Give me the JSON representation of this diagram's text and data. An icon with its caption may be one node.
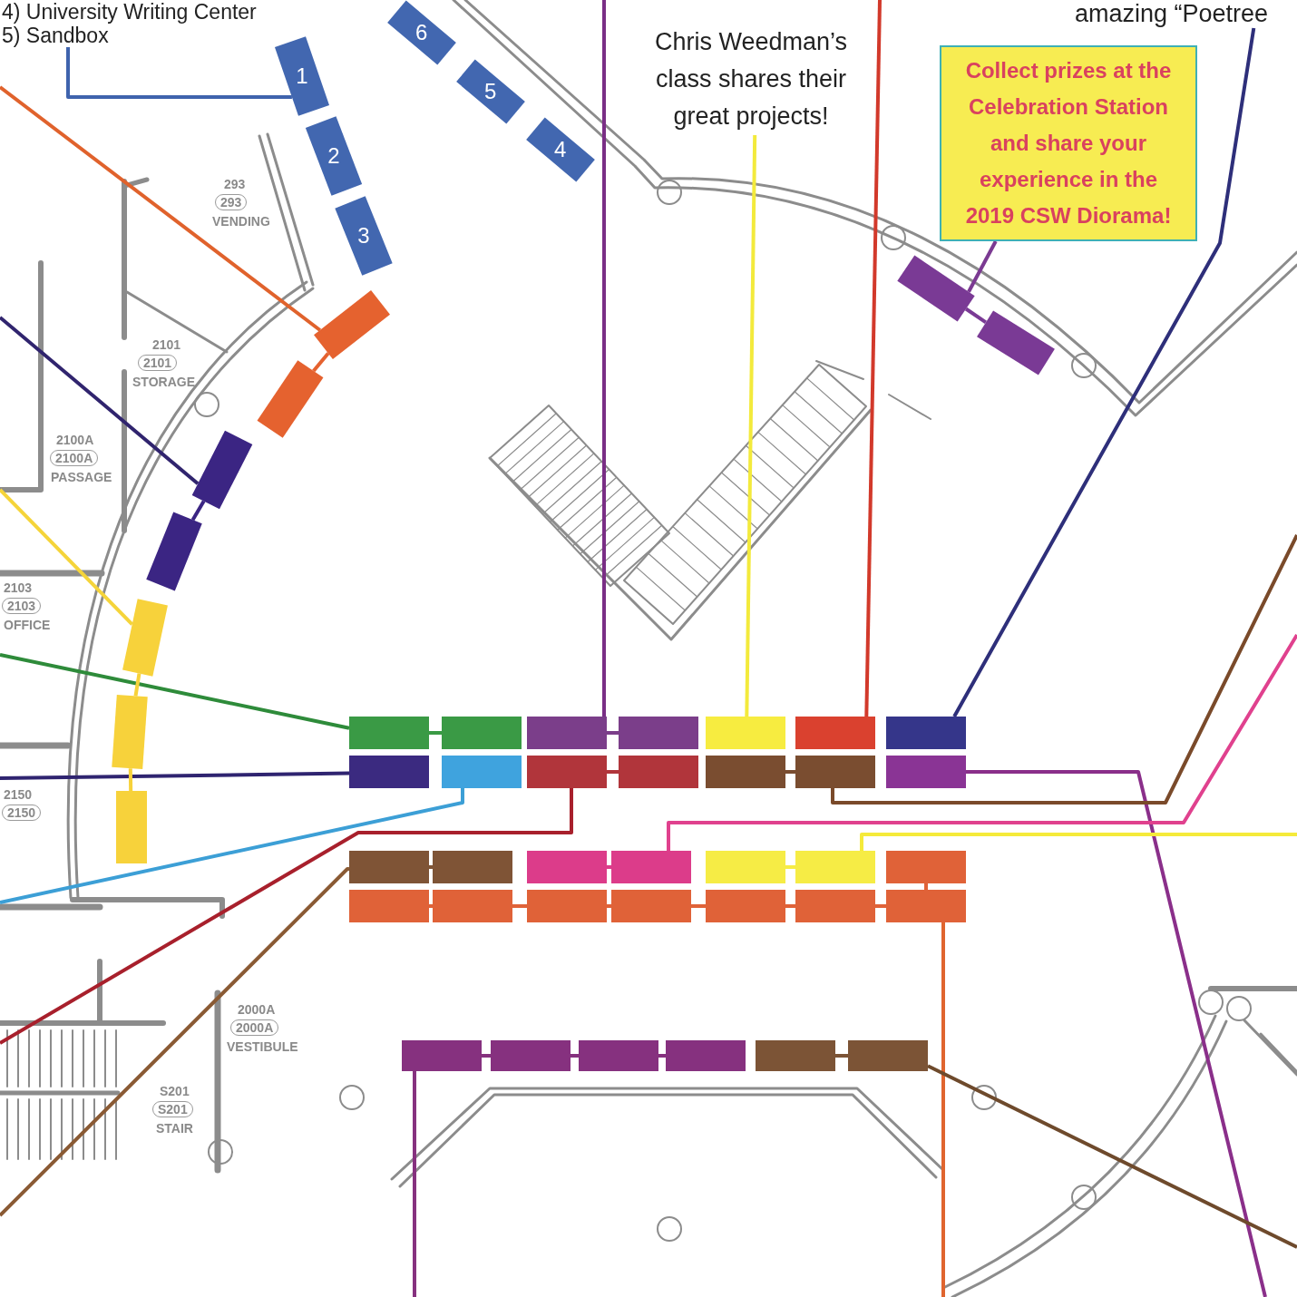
{
  "diagram": {
    "nodes": [
      {
        "text": [
          "4) University Writing Center",
          "5) Sandbox"
        ]
      },
      {
        "text": [
          "1"
        ]
      },
      {
        "text": [
          "2"
        ]
      },
      {
        "text": [
          "3"
        ]
      },
      {
        "text": [
          "4"
        ]
      },
      {
        "text": [
          "5"
        ]
      },
      {
        "text": [
          "6"
        ]
      },
      {
        "text": [
          "Chris Weedman’s class shares their great projects!"
        ]
      },
      {
        "text": [
          "Collect prizes at the Celebration Station and share your experience in the 2019 CSW Diorama!"
        ]
      },
      {
        "text": [
          "amazing “Poetree"
        ]
      },
      {
        "text": [],
        "shape": "box"
      },
      {
        "text": [],
        "shape": "box"
      },
      {
        "text": [],
        "shape": "box"
      },
      {
        "text": [],
        "shape": "box"
      },
      {
        "text": [],
        "shape": "box"
      },
      {
        "text": [],
        "shape": "box"
      },
      {
        "text": [],
        "shape": "box"
      },
      {
        "text": [],
        "shape": "box"
      },
      {
        "text": [],
        "shape": "box"
      },
      {
        "text": [],
        "shape": "box"
      },
      {
        "text": [],
        "shape": "box"
      },
      {
        "text": [],
        "shape": "box"
      },
      {
        "text": [],
        "shape": "box"
      },
      {
        "text": [],
        "shape": "box"
      },
      {
        "text": [],
        "shape": "box"
      },
      {
        "text": [],
        "shape": "box"
      },
      {
        "text": [],
        "shape": "box"
      },
      {
        "text": [],
        "shape": "box"
      },
      {
        "text": [],
        "shape": "box"
      },
      {
        "text": [],
        "shape": "box"
      },
      {
        "text": [],
        "shape": "box"
      },
      {
        "text": [],
        "shape": "box"
      },
      {
        "text": [],
        "shape": "box"
      },
      {
        "text": [],
        "shape": "box"
      },
      {
        "text": [],
        "shape": "box"
      },
      {
        "text": [],
        "shape": "box"
      },
      {
        "text": [],
        "shape": "box"
      },
      {
        "text": [],
        "shape": "box"
      },
      {
        "text": [],
        "shape": "box"
      },
      {
        "text": [],
        "shape": "box"
      },
      {
        "text": [],
        "shape": "box"
      },
      {
        "text": [],
        "shape": "box"
      },
      {
        "text": [],
        "shape": "box"
      },
      {
        "text": [],
        "shape": "box"
      },
      {
        "text": [],
        "shape": "box"
      },
      {
        "text": [],
        "shape": "box"
      },
      {
        "text": [],
        "shape": "box"
      },
      {
        "text": [],
        "shape": "box"
      },
      {
        "text": [],
        "shape": "box"
      },
      {
        "text": [],
        "shape": "box"
      },
      {
        "text": [],
        "shape": "box"
      },
      {
        "text": [],
        "shape": "box"
      },
      {
        "text": [],
        "shape": "box"
      }
    ],
    "edges": [
      {
        "from": 0,
        "to": 1,
        "arrow": "none",
        "color": "#3f63ad"
      },
      {
        "from": null,
        "to": 10,
        "arrow": "none",
        "color": "#e0622c"
      },
      {
        "from": null,
        "to": 12,
        "arrow": "none",
        "color": "#30246e"
      },
      {
        "from": null,
        "to": 14,
        "arrow": "none",
        "color": "#f5d43a"
      },
      {
        "from": null,
        "to": 19,
        "arrow": "none",
        "color": "#2e8b3a"
      },
      {
        "from": null,
        "to": 26,
        "arrow": "none",
        "color": "#2f2470"
      },
      {
        "from": null,
        "to": 27,
        "arrow": "none",
        "color": "#3c9fd6"
      },
      {
        "from": null,
        "to": 28,
        "arrow": "none",
        "color": "#a8202c"
      },
      {
        "from": null,
        "to": 33,
        "arrow": "none",
        "color": "#8a5a34"
      },
      {
        "from": null,
        "to": 21,
        "arrow": "none",
        "color": "#7a2e85"
      },
      {
        "from": 7,
        "to": 23,
        "arrow": "none",
        "color": "#f3ea3c"
      },
      {
        "from": null,
        "to": 24,
        "arrow": "none",
        "color": "#d2392b"
      },
      {
        "from": 9,
        "to": 25,
        "arrow": "none",
        "color": "#2e2f7a"
      },
      {
        "from": 8,
        "to": 17,
        "arrow": "none",
        "color": "#7b3a92"
      },
      {
        "from": null,
        "to": 32,
        "arrow": "none",
        "color": "#8a2f8a"
      },
      {
        "from": null,
        "to": 31,
        "arrow": "none",
        "color": "#7a4a2a"
      },
      {
        "from": null,
        "to": 36,
        "arrow": "none",
        "color": "#e0418e"
      },
      {
        "from": null,
        "to": 38,
        "arrow": "none",
        "color": "#f5ea3a"
      },
      {
        "from": null,
        "to": 46,
        "arrow": "none",
        "color": "#e0652f"
      },
      {
        "from": null,
        "to": 47,
        "arrow": "none",
        "color": "#86317f"
      },
      {
        "from": null,
        "to": 52,
        "arrow": "none",
        "color": "#6e4a2c"
      },
      {
        "from": 10,
        "to": 11,
        "arrow": "none",
        "color": "#e5622f"
      },
      {
        "from": 12,
        "to": 13,
        "arrow": "none",
        "color": "#3b2583"
      },
      {
        "from": 14,
        "to": 15,
        "arrow": "none",
        "color": "#f7d23b"
      },
      {
        "from": 15,
        "to": 16,
        "arrow": "none",
        "color": "#f7d23b"
      },
      {
        "from": 17,
        "to": 18,
        "arrow": "none",
        "color": "#7a3a95"
      },
      {
        "from": 19,
        "to": 20,
        "arrow": "none",
        "color": "#3a9a45"
      },
      {
        "from": 21,
        "to": 22,
        "arrow": "none",
        "color": "#7b3e8a"
      },
      {
        "from": 28,
        "to": 29,
        "arrow": "none",
        "color": "#b1353b"
      },
      {
        "from": 30,
        "to": 31,
        "arrow": "none",
        "color": "#7a4d30"
      },
      {
        "from": 33,
        "to": 34,
        "arrow": "none",
        "color": "#7f5436"
      },
      {
        "from": 35,
        "to": 36,
        "arrow": "none",
        "color": "#dc3c8a"
      },
      {
        "from": 37,
        "to": 38,
        "arrow": "none",
        "color": "#f6ec45"
      },
      {
        "from": 39,
        "to": 46,
        "arrow": "none",
        "color": "#e06238"
      },
      {
        "from": 40,
        "to": 41,
        "arrow": "none",
        "color": "#e06238"
      },
      {
        "from": 41,
        "to": 42,
        "arrow": "none",
        "color": "#e06238"
      },
      {
        "from": 42,
        "to": 43,
        "arrow": "none",
        "color": "#e06238"
      },
      {
        "from": 43,
        "to": 44,
        "arrow": "none",
        "color": "#e06238"
      },
      {
        "from": 44,
        "to": 45,
        "arrow": "none",
        "color": "#e06238"
      },
      {
        "from": 45,
        "to": 46,
        "arrow": "none",
        "color": "#e06238"
      },
      {
        "from": 47,
        "to": 48,
        "arrow": "none",
        "color": "#86317f"
      },
      {
        "from": 48,
        "to": 49,
        "arrow": "none",
        "color": "#86317f"
      },
      {
        "from": 49,
        "to": 50,
        "arrow": "none",
        "color": "#86317f"
      },
      {
        "from": 51,
        "to": 52,
        "arrow": "none",
        "color": "#7c5436"
      }
    ],
    "labels": [
      "293",
      "293",
      "VENDING",
      "2101",
      "2101",
      "STORAGE",
      "2100A",
      "2100A",
      "PASSAGE",
      "2103",
      "2103",
      "OFFICE",
      "2150",
      "2150",
      "2000A",
      "2000A",
      "VESTIBULE",
      "S201",
      "S201",
      "STAIR"
    ]
  }
}
